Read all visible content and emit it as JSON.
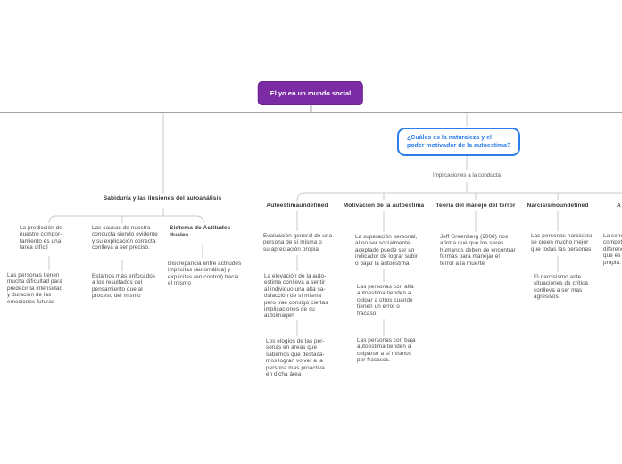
{
  "root": {
    "label": "El yo en un mundo social"
  },
  "question": {
    "label": "¿Cuáles es la naturaleza y el\npoder motivador de la autoestima?"
  },
  "implications_label": "Implicaciones a la conducta",
  "sabiduria": {
    "title": "Sabiduría y las ilusiones del autoanálisis",
    "col1": {
      "node1": "La predicción de\nnuestro compor-\ntamiento es una\ntarea difícil",
      "node2": "Las personas tienen\nmucha dificultad para\npredecir la intensidad\ny duración de las\nemociones futuras"
    },
    "col2": {
      "node1": "Las causas de nuestra\nconducta siendo evidente\ny su explicación correcta\nconlleva a ser preciso.",
      "node2": "Estamos más enfocados\na los resultados del\npensamiento que al\nproceso del mismo"
    },
    "col3": {
      "title": "Sistema de Actitudes\nduales",
      "node1": "Discrepancia entre actitudes\nimplícitas (automática) y\nexplícitas (en control) hacia\nel mismo"
    }
  },
  "autoestima": {
    "title": "Autoestimaundefined",
    "node1": "Evaluación general de una\npersona de sí misma o\nsu apreciación propia",
    "node2": "La elevación de la auto-\nestima conlleva a sentir\nal individuo una alta sa-\ntisfacción de sí misma\npero trae consigo ciertas\nimplicaciones de su\nautoimagen",
    "node3": "Los elogios de las per-\nsonas en areas que\nsabemos que destaca-\nmos logran volver a la\npersona mas proactiva\nen dicha área"
  },
  "motivacion": {
    "title": "Motivación de la autoestima",
    "node1": "La superación personal,\nal no ser socialmente\naceptado puede ser un\nindicador de lograr subir\no bajar la autoestima",
    "node2": "Las personas con alta\nautoestima tienden a\nculpar a otros cuando\ntienen un error o\nfracaso",
    "node3": "Las personas con baja\nautoestima tienden a\nculparse a sí mismos\npor fracasos."
  },
  "terror": {
    "title": "Teoría del manejo del terror",
    "node1": "Jeff Greenberg (2008) nos\nafirma que que los seres\nhumanos deben de encontrar\nformas para manejar el\nterror a la muerte"
  },
  "narcisismo": {
    "title": "Narcisismoundefined",
    "node1": "Las personas narcisista\nse creen mucho mejor\nque todas las personas",
    "node2": "El narcisismo ante\nsituaciones de crítica\nconlleva a ser mas\nagresivos"
  },
  "clipped": {
    "title": "A",
    "node1": "La sensa\ncompete\ndiferenc\nque es e\npropia."
  },
  "colors": {
    "root_bg": "#7b2ca5",
    "question_accent": "#2b7de9",
    "connector": "#c9c9c9",
    "main_line": "#a3a3a3",
    "node_text": "#4a4a4a"
  }
}
